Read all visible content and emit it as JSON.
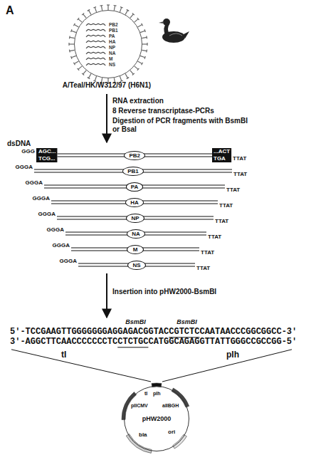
{
  "diagram": {
    "nodes": [
      {
        "text": [
          "PB2",
          "PB1",
          "PA",
          "HA",
          "NP",
          "NA",
          "M",
          "NS"
        ]
      },
      {
        "text": [
          "PB2"
        ]
      },
      {
        "text": [
          "PB1"
        ]
      },
      {
        "text": [
          "PA"
        ]
      },
      {
        "text": [
          "HA"
        ]
      },
      {
        "text": [
          "NP"
        ]
      },
      {
        "text": [
          "NA"
        ]
      },
      {
        "text": [
          "M"
        ]
      },
      {
        "text": [
          "NS"
        ]
      },
      {
        "text": [
          "pHW2000"
        ]
      }
    ],
    "labels": [
      "A",
      "A/Teal/HK/W312/97 (H6N1)",
      "RNA extraction",
      "8 Reverse transcriptase-PCRs",
      "Digestion of PCR fragments with BsmBI or BsaI",
      "dsDNA",
      "GGG",
      "AGC...",
      "TCG...",
      "...ACT",
      "TGA",
      "TTAT",
      "GGGA",
      "TTAT",
      "GGGA",
      "TTAT",
      "GGGA",
      "TTAT",
      "GGGA",
      "TTAT",
      "GGGA",
      "TTAT",
      "GGGA",
      "TTAT",
      "GGGA",
      "TTAT",
      "Insertion into pHW2000-BsmBI",
      "BsmBI",
      "BsmBI",
      "5'-TCCGAAGTTGGGGGGGAGGAGACGGTACCGTCTCCAATAACCCGGCGGCC-3'",
      "3'-AGGCTTCAACCCCCCCTCCTCTGCCATGGCAGAGGTTATTGGGCCGCCGG-5'",
      "tI",
      "pIh",
      "tI",
      "pIh",
      "pIICMV",
      "aIIBGH",
      "bla",
      "ori"
    ]
  }
}
